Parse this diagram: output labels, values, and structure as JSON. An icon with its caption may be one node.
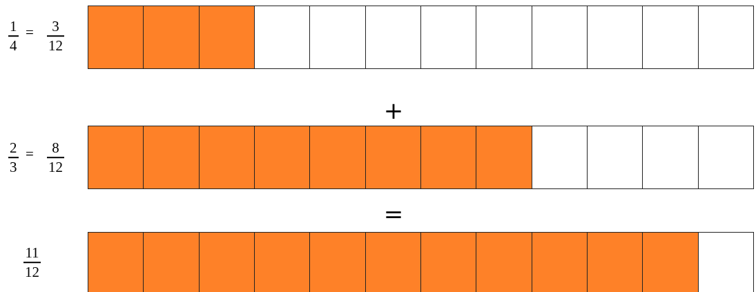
{
  "diagram": {
    "nodes": [
      {
        "text": [],
        "shape": "bar"
      },
      {
        "text": [],
        "shape": "bar"
      },
      {
        "text": [],
        "shape": "bar"
      }
    ],
    "labels": [
      "1",
      "4",
      "=",
      "3",
      "12",
      "+",
      "2",
      "3",
      "=",
      "8",
      "12",
      "=",
      "11",
      "12"
    ]
  }
}
